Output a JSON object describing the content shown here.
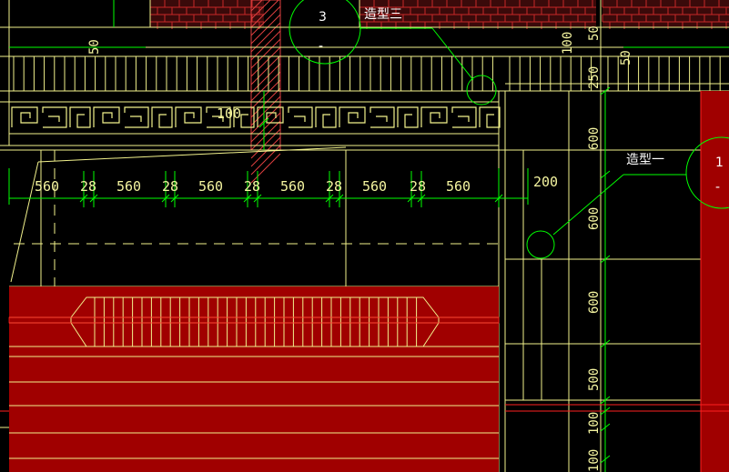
{
  "drawing": {
    "colors": {
      "background": "#000000",
      "line": "#f2f28c",
      "dimension": "#00ff00",
      "fill_red": "#a00000",
      "accent_red": "#ff2020",
      "brick_red": "#c82828",
      "hatch": "#e04040",
      "white": "#ffffff"
    },
    "horizontal_dimensions": [
      "560",
      "28",
      "560",
      "28",
      "560",
      "28",
      "560",
      "28",
      "560",
      "28",
      "560"
    ],
    "dimension_200": "200",
    "vertical_dimensions_right": [
      "250",
      "600",
      "600",
      "600",
      "500",
      "100",
      "100"
    ],
    "top_dimensions": {
      "left_50": "50",
      "right_100": "100",
      "right_50a": "50",
      "right_50b": "50"
    },
    "mid_dimension_100": "100",
    "callouts": [
      {
        "id": "3",
        "label": "造型三"
      },
      {
        "id": "1",
        "label": "造型一"
      }
    ],
    "bubble_dash": "-"
  }
}
